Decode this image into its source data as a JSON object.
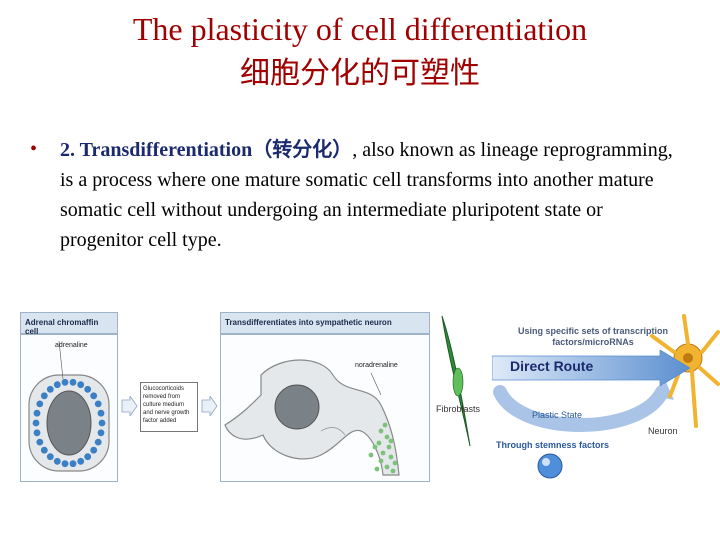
{
  "title": {
    "english": "The plasticity of cell differentiation",
    "chinese": "细胞分化的可塑性"
  },
  "bullet": {
    "marker": "•",
    "term": "2. Transdifferentiation",
    "term_chinese": "（转分化）",
    "body": ", also known as lineage reprogramming, is a process where one mature somatic cell transforms into another mature somatic cell without undergoing an intermediate pluripotent state or progenitor cell type."
  },
  "figure_left": {
    "panel1_title": "Adrenal chromaffin cell",
    "panel1_label": "adrenaline",
    "condition_text": "Glucocorticoids removed from culture medium and nerve growth factor added",
    "panel2_title": "Transdifferentiates into sympathetic neuron",
    "panel2_label": "noradrenaline"
  },
  "figure_right": {
    "top_note": "Using specific sets of transcription factors/microRNAs",
    "direct_route": "Direct Route",
    "plastic_state": "Plastic State",
    "stemness": "Through stemness factors",
    "source_label": "Fibroblasts",
    "target_label": "Neuron"
  },
  "colors": {
    "title": "#a00000",
    "term": "#1a2a6c",
    "arrow_blue": "#5b8fd0",
    "vesicle_blue": "#3b7fc4",
    "vesicle_green": "#7cc27a"
  }
}
